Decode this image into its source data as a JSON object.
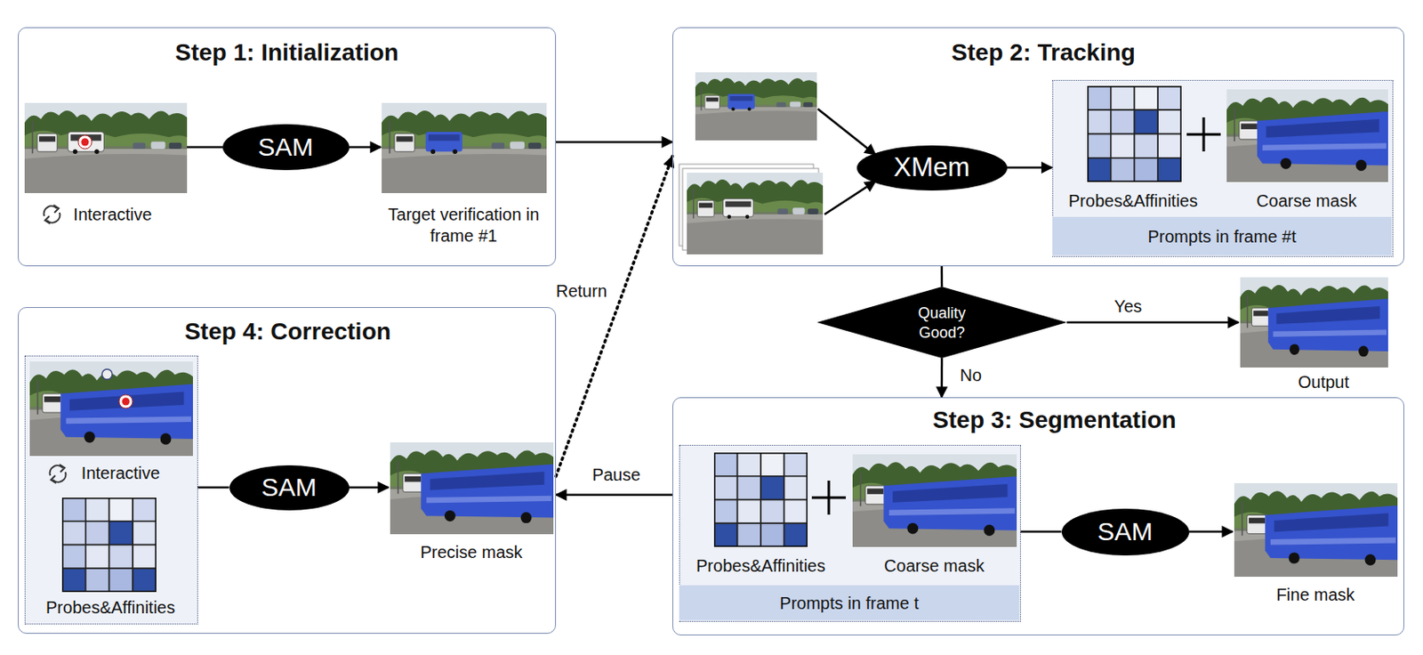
{
  "diagram": {
    "nodes": [
      {
        "text": [
          "Step 1: Initialization",
          "Interactive",
          "Target verification in frame #1"
        ]
      },
      {
        "text": [
          "SAM"
        ],
        "in": 0
      },
      {
        "text": [
          "Step 2: Tracking"
        ]
      },
      {
        "text": [
          "XMem"
        ],
        "in": 2
      },
      {
        "text": [
          "Probes&Affinities",
          "Coarse mask"
        ],
        "in": 2
      },
      {
        "text": [
          "Prompts in frame #t"
        ],
        "in": 4
      },
      {
        "text": [
          "Quality Good?"
        ]
      },
      {
        "text": [
          "Step 3: Segmentation",
          "Fine mask"
        ]
      },
      {
        "text": [
          "Probes&Affinities",
          "Coarse mask"
        ],
        "in": 7
      },
      {
        "text": [
          "Prompts in frame t"
        ],
        "in": 8
      },
      {
        "text": [
          "SAM"
        ],
        "in": 7
      },
      {
        "text": [
          "Step 4: Correction",
          "Precise mask"
        ]
      },
      {
        "text": [
          "Interactive",
          "Probes&Affinities"
        ],
        "in": 11
      },
      {
        "text": [
          "SAM"
        ],
        "in": 11
      }
    ],
    "edges": [
      {
        "from": 0,
        "to": 2,
        "arrow": "to"
      },
      {
        "from": 3,
        "to": 4,
        "arrow": "to"
      },
      {
        "from": 2,
        "to": 6,
        "arrow": "none"
      },
      {
        "from": 6,
        "to": 7,
        "label": "No",
        "arrow": "to"
      },
      {
        "from": 7,
        "to": 11,
        "label": "Pause",
        "arrow": "to"
      },
      {
        "from": 11,
        "to": 2,
        "label": "Return",
        "arrow": "to"
      },
      {
        "from": 8,
        "to": 10,
        "arrow": "none"
      },
      {
        "from": 12,
        "to": 13,
        "arrow": "none"
      }
    ],
    "labels": [
      "Yes",
      "Output"
    ]
  }
}
